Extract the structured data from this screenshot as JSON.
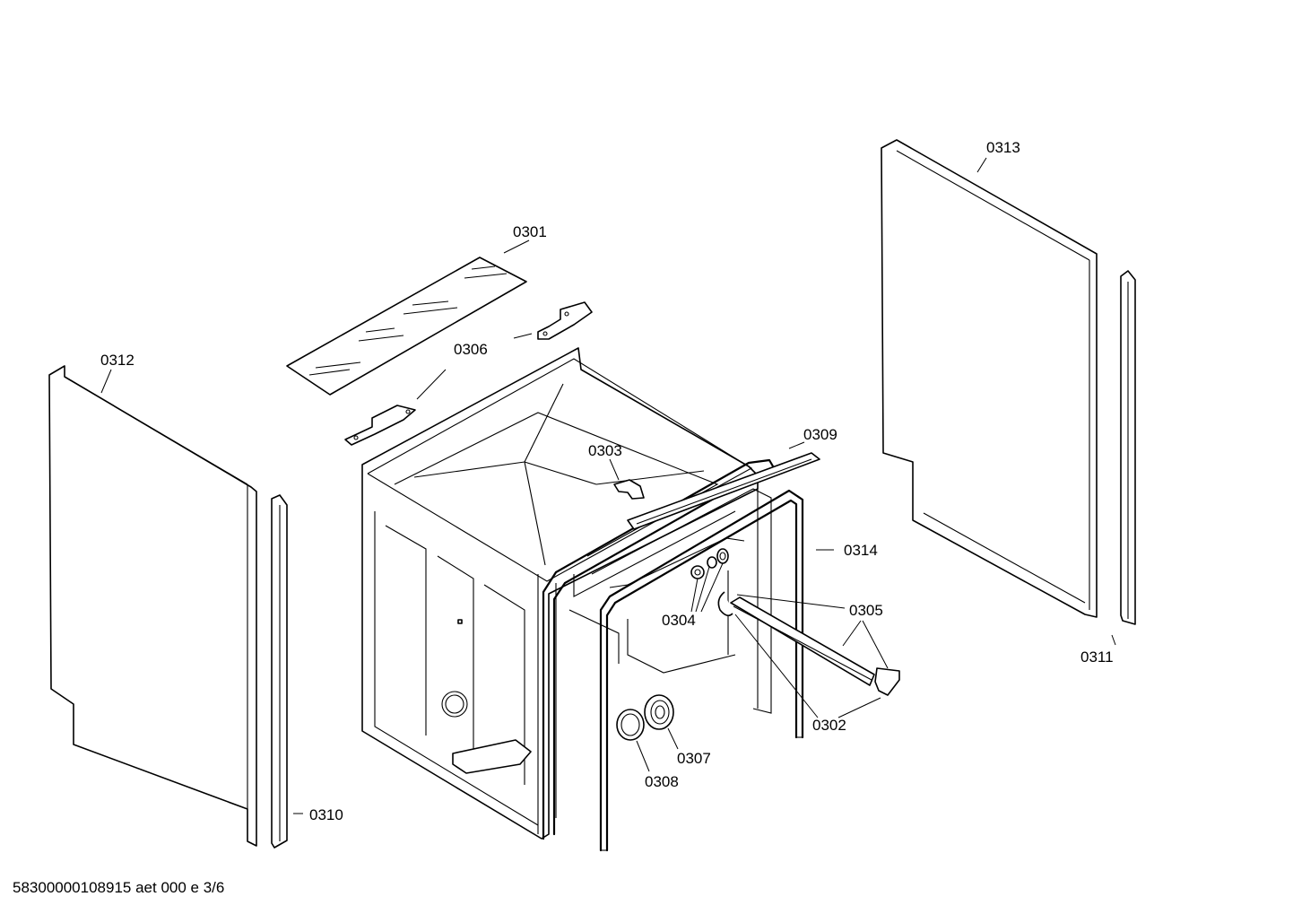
{
  "labels": {
    "p0301": "0301",
    "p0302": "0302",
    "p0303": "0303",
    "p0304": "0304",
    "p0305": "0305",
    "p0306": "0306",
    "p0307": "0307",
    "p0308": "0308",
    "p0309": "0309",
    "p0310": "0310",
    "p0311": "0311",
    "p0312": "0312",
    "p0313": "0313",
    "p0314": "0314"
  },
  "footer": "58300000108915 aet 000 e 3/6"
}
